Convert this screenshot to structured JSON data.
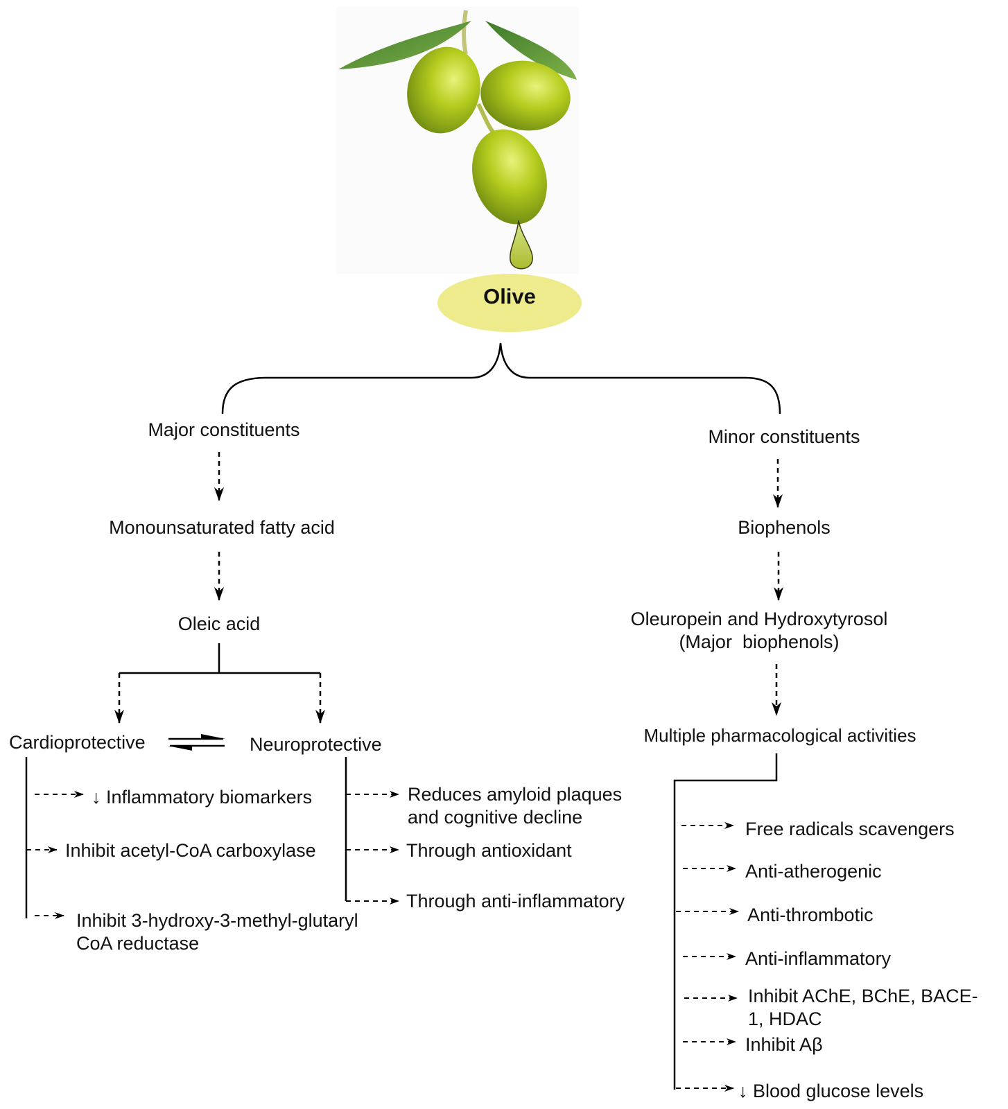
{
  "root": {
    "label": "Olive",
    "fill": "#EEEB8D"
  },
  "image": {
    "name": "olive-branch-with-oil-drop"
  },
  "branches": {
    "major": {
      "label": "Major constituents",
      "steps": [
        "Monounsaturated fatty acid",
        "Oleic acid"
      ],
      "effects": {
        "cardio": {
          "label": "Cardioprotective",
          "items": [
            "↓ Inflammatory biomarkers",
            "Inhibit acetyl-CoA carboxylase",
            "Inhibit 3-hydroxy-3-methyl-glutaryl\nCoA reductase"
          ]
        },
        "neuro": {
          "label": "Neuroprotective",
          "items": [
            "Reduces amyloid plaques\nand cognitive decline",
            "Through antioxidant",
            "Through anti-inflammatory"
          ]
        },
        "relation": "reversible"
      }
    },
    "minor": {
      "label": "Minor constituents",
      "steps": [
        "Biophenols",
        "Oleuropein and Hydroxytyrosol\n(Major  biophenols)",
        "Multiple pharmacological activities"
      ],
      "activities": [
        "Free radicals scavengers",
        "Anti-atherogenic",
        "Anti-thrombotic",
        "Anti-inflammatory",
        "Inhibit AChE, BChE, BACE-\n1, HDAC",
        "Inhibit Aβ",
        "↓ Blood glucose levels"
      ]
    }
  }
}
